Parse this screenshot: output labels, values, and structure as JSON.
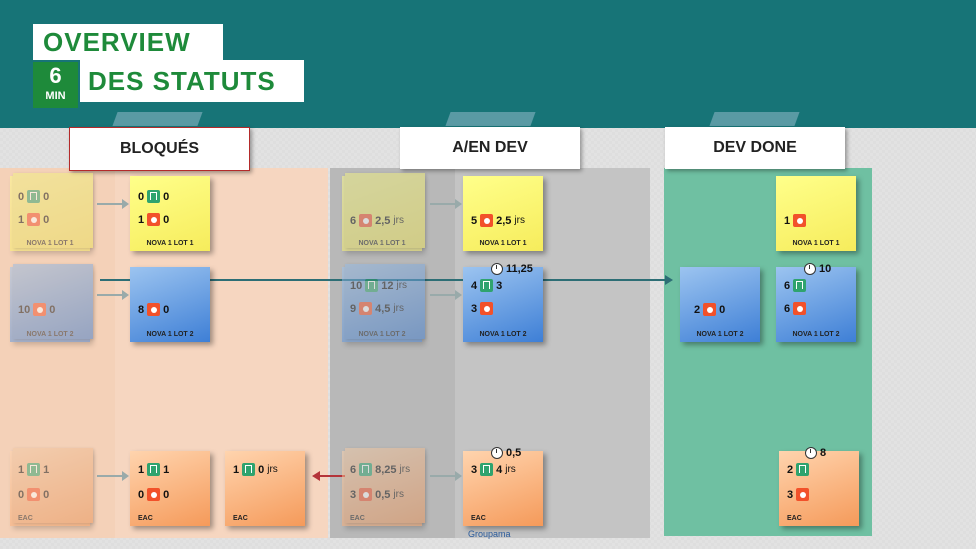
{
  "title": {
    "line1": "OVERVIEW",
    "min_value": "6",
    "min_label": "MIN",
    "line2": "DES STATUTS"
  },
  "columns": {
    "bloques": "BLOQUÉS",
    "aen_dev": "A/EN DEV",
    "dev_done": "DEV DONE"
  },
  "footer_brand": "Groupama",
  "units": {
    "jrs": "jrs"
  },
  "notes": {
    "b_y1": {
      "r1": "0",
      "r1b": "0",
      "r2": "1",
      "r2b": "0",
      "label": "NOVA 1 LOT 1"
    },
    "b_y2": {
      "r1": "0",
      "r1b": "0",
      "r2": "1",
      "r2b": "0",
      "label": "NOVA 1 LOT 1"
    },
    "b_b1": {
      "r1": "10",
      "r1b": "0",
      "label": "NOVA 1 LOT 2"
    },
    "b_b2": {
      "r1": "8",
      "r1b": "0",
      "label": "NOVA 1 LOT 2"
    },
    "b_o1": {
      "r1": "1",
      "r1b": "1",
      "r2": "0",
      "r2b": "0",
      "label": "EAC"
    },
    "b_o2": {
      "r1": "1",
      "r1b": "1",
      "r2": "0",
      "r2b": "0",
      "label": "EAC"
    },
    "b_o3": {
      "r1": "1",
      "r1b": "0",
      "label": "EAC"
    },
    "a_y1": {
      "r1": "6",
      "r1b": "2,5",
      "label": "NOVA 1 LOT 1"
    },
    "a_y2": {
      "r1": "5",
      "r1b": "2,5",
      "label": "NOVA 1 LOT 1"
    },
    "a_b1": {
      "r1": "10",
      "r1b": "12",
      "r2": "9",
      "r2b": "4,5",
      "label": "NOVA 1 LOT 2"
    },
    "a_b2": {
      "clock": "11,25",
      "r1": "4",
      "r1b": "3",
      "r2": "3",
      "label": "NOVA 1 LOT 2"
    },
    "a_o1": {
      "r1": "6",
      "r1b": "8,25",
      "r2": "3",
      "r2b": "0,5",
      "label": "EAC"
    },
    "a_o2": {
      "clock": "0,5",
      "r1": "3",
      "r1b": "4",
      "label": "EAC"
    },
    "d_y": {
      "r1": "1",
      "label": "NOVA 1 LOT 1"
    },
    "d_b1": {
      "r1": "2",
      "r1b": "0",
      "label": "NOVA 1 LOT 2"
    },
    "d_b2": {
      "clock": "10",
      "r1": "6",
      "r2": "6",
      "label": "NOVA 1 LOT 2"
    },
    "d_o": {
      "clock": "8",
      "r1": "2",
      "r2": "3",
      "label": "EAC"
    }
  }
}
